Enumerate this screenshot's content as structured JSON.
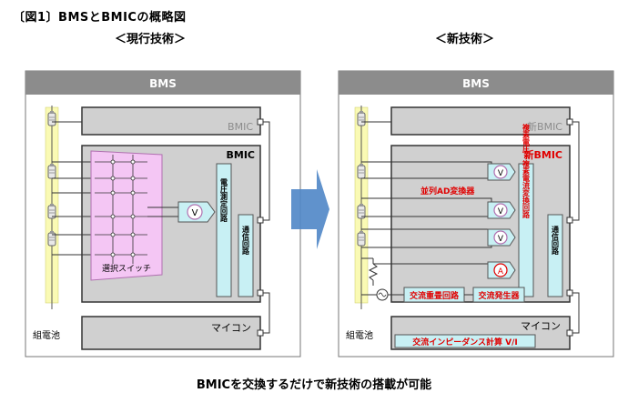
{
  "title": "〔図1〕BMSとBMICの概略図",
  "left": {
    "heading": "＜現行技術＞",
    "bms": "BMS",
    "bmic_top": "BMIC",
    "bmic_main": "BMIC",
    "switch_label": "選択スイッチ",
    "voltmeter": "V",
    "measure_circuit": "電圧測定回路",
    "comm_circuit": "通信回路",
    "micom": "マイコン",
    "battery": "組電池"
  },
  "right": {
    "heading": "＜新技術＞",
    "bms": "BMS",
    "bmic_top": "新BMIC",
    "bmic_main": "新BMIC",
    "voltmeter": "V",
    "ammeter": "A",
    "parallel_ad": "並列AD変換器",
    "measure_circuit": "複素電圧・複素電流変換回路",
    "comm_circuit": "通信回路",
    "ac_superpose": "交流重畳回路",
    "ac_generator": "交流発生器",
    "micom": "マイコン",
    "impedance": "交流インピーダンス計算 V/I",
    "battery": "組電池"
  },
  "caption": "BMICを交換するだけで新技術の搭載が可能",
  "colors": {
    "header_gray": "#8c8c8c",
    "panel_gray": "#d0d0d0",
    "switch_pink": "#f4c6f4",
    "cyan": "#c8f0f4",
    "yellow": "#fafab4",
    "arrow_blue": "#4f86c6",
    "red_text": "#e00000"
  }
}
